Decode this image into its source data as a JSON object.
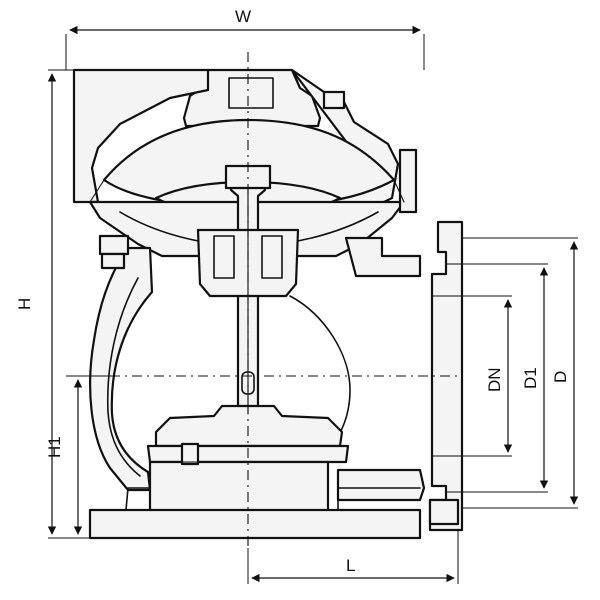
{
  "dimensions": {
    "width_label": "W",
    "height_label": "H",
    "center_height_label": "H1",
    "face_length_label": "L",
    "nominal_diameter_label": "DN",
    "bolt_circle_label": "D1",
    "flange_diameter_label": "D"
  },
  "colors": {
    "line": "#111111",
    "fill": "#f4f4f4",
    "background": "#ffffff"
  }
}
